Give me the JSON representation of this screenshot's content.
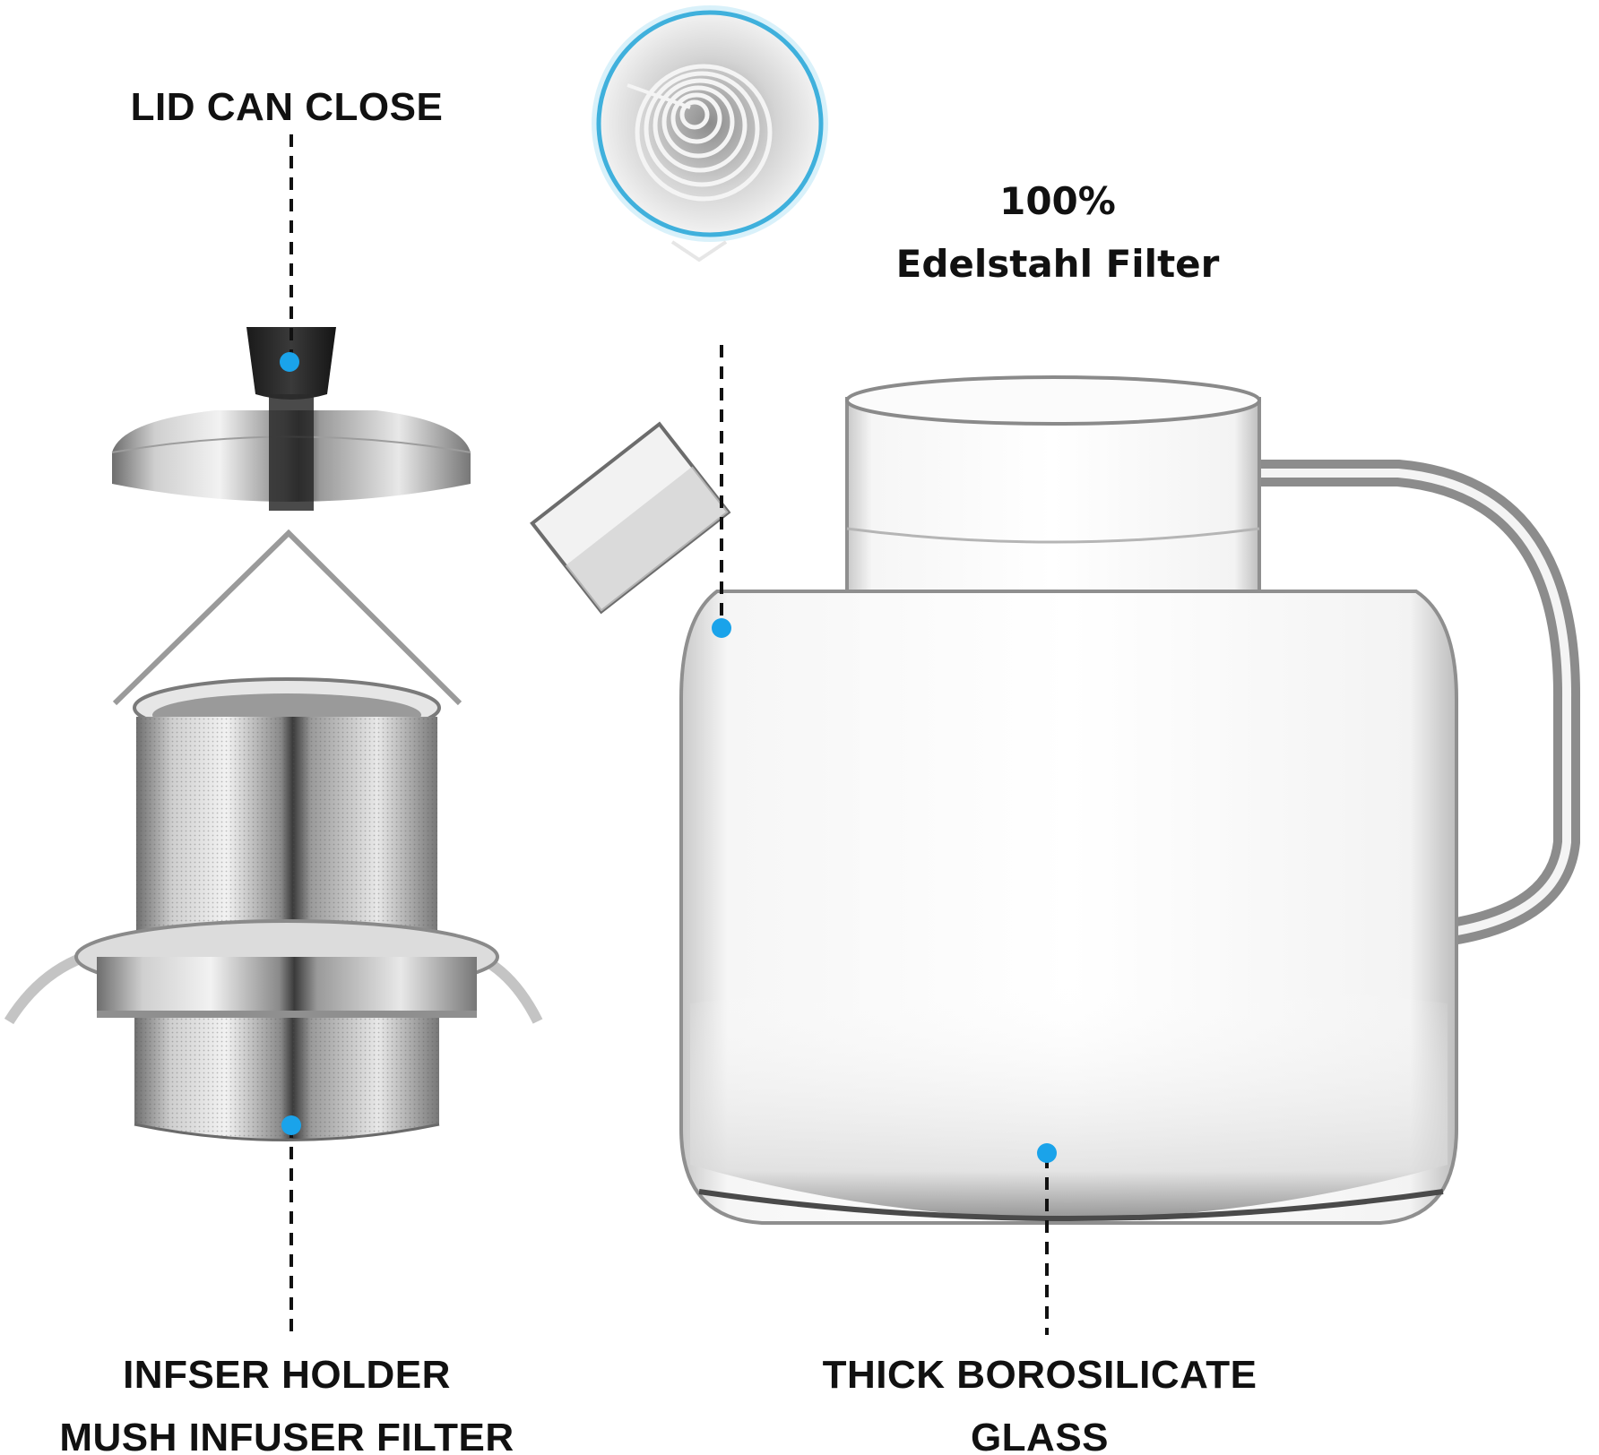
{
  "callouts": {
    "lid": {
      "text": "LID CAN CLOSE"
    },
    "filter": {
      "line1": "100%",
      "line2": "Edelstahl Filter"
    },
    "infuser": {
      "line1": "INFSER HOLDER",
      "line2": "MUSH INFUSER FILTER"
    },
    "glass": {
      "line1": "THICK BOROSILICATE",
      "line2": "GLASS"
    }
  },
  "colors": {
    "accent_dot": "#1aa3ea",
    "inset_ring": "#3fb0dc",
    "text": "#111111",
    "background": "#ffffff"
  },
  "products": [
    "stainless-steel-lid",
    "mesh-infuser-filter",
    "glass-teapot",
    "spiral-spout-filter-inset"
  ]
}
